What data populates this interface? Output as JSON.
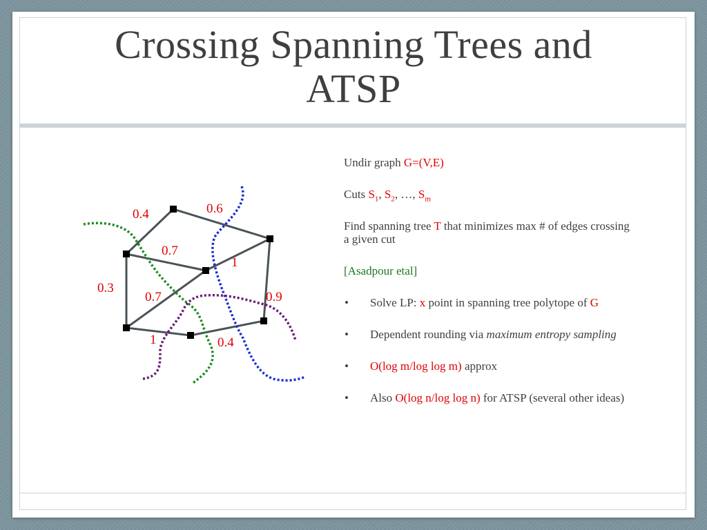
{
  "slide": {
    "title_line1": "Crossing Spanning Trees and",
    "title_line2": "ATSP"
  },
  "diagram": {
    "edge_weights": [
      "0.4",
      "0.6",
      "0.7",
      "1",
      "0.3",
      "0.7",
      "0.9",
      "1",
      "0.4"
    ]
  },
  "content": {
    "line1_prefix": "Undir graph ",
    "line1_graph": "G=(V,E)",
    "line2_prefix": "Cuts ",
    "cut1": "S",
    "cut1_sub": "1",
    "comma1": ", ",
    "cut2": "S",
    "cut2_sub": "2",
    "sep": ", …, ",
    "cutm": "S",
    "cutm_sub": "m",
    "line3_prefix": "Find spanning tree ",
    "line3_tree": "T",
    "line3_suffix": " that minimizes max # of edges crossing a given cut",
    "reference": "[Asadpour etal]",
    "bullet_char": "•",
    "b1_prefix": "Solve LP: ",
    "b1_x": "x",
    "b1_mid": " point in spanning tree polytope of ",
    "b1_g": "G",
    "b2_prefix": "Dependent rounding via ",
    "b2_italic": "maximum entropy sampling",
    "b3_red": "O(log m/log log m)",
    "b3_suffix": " approx",
    "b4_prefix": "Also ",
    "b4_red": "O(log n/log log n)",
    "b4_suffix": " for ATSP (several other ideas)"
  },
  "colors": {
    "highlight": "#e00000",
    "reference": "#1a7a1a",
    "graph_edge": "#4a5358",
    "cut_green": "#1f8a1f",
    "cut_blue": "#1a2fd0",
    "cut_purple": "#6a1a7a"
  }
}
